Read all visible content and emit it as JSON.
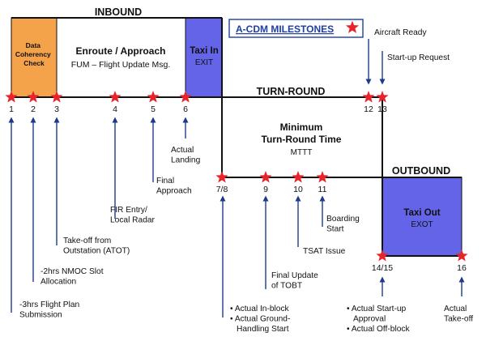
{
  "header": {
    "inbound": "INBOUND",
    "turnround": "TURN-ROUND",
    "outbound": "OUTBOUND"
  },
  "title": "A-CDM MILESTONES",
  "boxes": {
    "data_check": "Data Coherency Check",
    "data_check_lines": [
      "Data",
      "Coherency",
      "Check"
    ],
    "enroute_title": "Enroute / Approach",
    "enroute_sub": "FUM – Flight Update Msg.",
    "taxi_in_title": "Taxi In",
    "taxi_in_sub": "EXIT",
    "mttt_title_1": "Minimum",
    "mttt_title_2": "Turn-Round Time",
    "mttt_sub": "MTTT",
    "taxi_out_title": "Taxi Out",
    "taxi_out_sub": "EXOT"
  },
  "milestones": [
    {
      "num": "1",
      "label": [
        "-3hrs Flight Plan",
        "Submission"
      ]
    },
    {
      "num": "2",
      "label": [
        "-2hrs NMOC Slot",
        "Allocation"
      ]
    },
    {
      "num": "3",
      "label": [
        "Take-off from",
        "Outstation (ATOT)"
      ]
    },
    {
      "num": "4",
      "label": [
        "FIR Entry/",
        "Local Radar"
      ]
    },
    {
      "num": "5",
      "label": [
        "Final",
        "Approach"
      ]
    },
    {
      "num": "6",
      "label": [
        "Actual",
        "Landing"
      ]
    },
    {
      "num": "7/8",
      "label": [
        "• Actual In-block",
        "• Actual Ground-",
        "Handling Start"
      ]
    },
    {
      "num": "9",
      "label": [
        "Final Update",
        "of TOBT"
      ]
    },
    {
      "num": "10",
      "label": [
        "TSAT Issue"
      ]
    },
    {
      "num": "11",
      "label": [
        "Boarding",
        "Start"
      ]
    },
    {
      "num": "12",
      "label": [
        "Aircraft Ready"
      ]
    },
    {
      "num": "13",
      "label": [
        "Start-up Request"
      ]
    },
    {
      "num": "14/15",
      "label": [
        "• Actual Start-up",
        "Approval",
        "• Actual Off-block"
      ]
    },
    {
      "num": "16",
      "label": [
        "Actual",
        "Take-off"
      ]
    }
  ],
  "colors": {
    "orange": "#f5a34a",
    "blue": "#6464e8",
    "star": "#e8232a",
    "arrow": "#1d3a8a",
    "title": "#1f3fa0"
  }
}
